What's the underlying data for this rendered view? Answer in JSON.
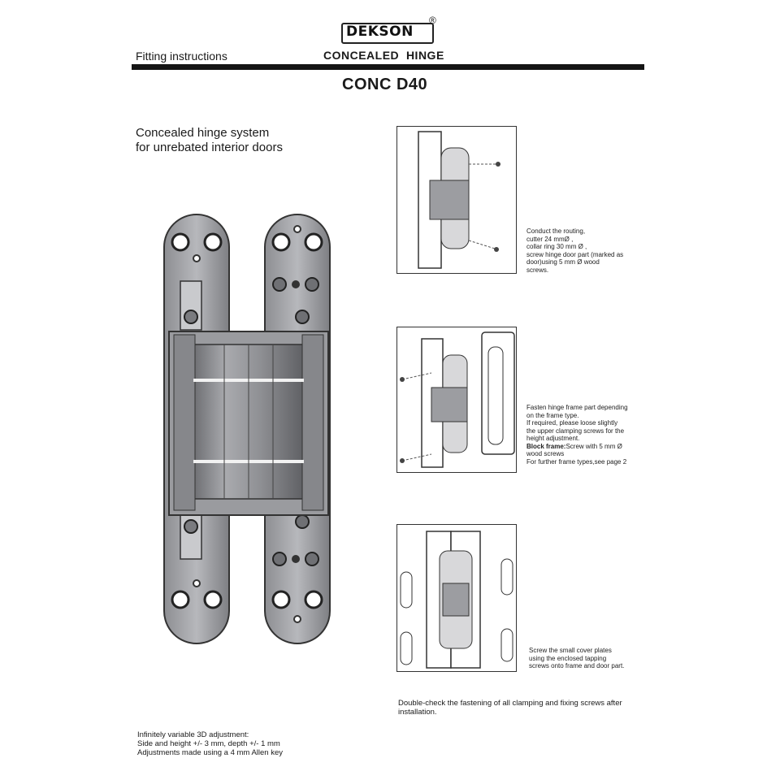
{
  "header": {
    "brand": "DEKSON",
    "registered": "®",
    "left_title": "Fitting instructions",
    "center_title": "CONCEALED  HINGE",
    "model": "CONC D40"
  },
  "intro": {
    "line1": "Concealed hinge system",
    "line2": "for unrebated interior doors"
  },
  "steps": [
    {
      "lines": [
        "Conduct the routing,",
        "cutter 24 mmØ ,",
        "collar ring 30 mm Ø ,",
        "screw hinge door part (marked as",
        "door)using 5 mm Ø wood",
        "screws."
      ]
    },
    {
      "lines": [
        "Fasten hinge frame part depending",
        "on the frame type.",
        "If required, please loose slightly",
        "the upper clamping screws for the",
        "height adjustment."
      ],
      "bold_label": "Block frame:",
      "bold_rest": "Screw with 5 mm Ø",
      "tail": [
        "wood screws",
        "For further frame types,see page 2"
      ]
    },
    {
      "lines": [
        "Screw the small cover plates",
        "using the enclosed tapping",
        "screws onto frame and door part."
      ]
    }
  ],
  "footer_note": {
    "line1": "Double-check the fastening of all clamping and fixing screws after",
    "line2": "installation."
  },
  "adjustment": {
    "line1": "Infinitely variable 3D adjustment:",
    "line2": "Side and height +/- 3 mm, depth +/- 1 mm",
    "line3": "Adjustments made using a 4 mm Allen key"
  }
}
